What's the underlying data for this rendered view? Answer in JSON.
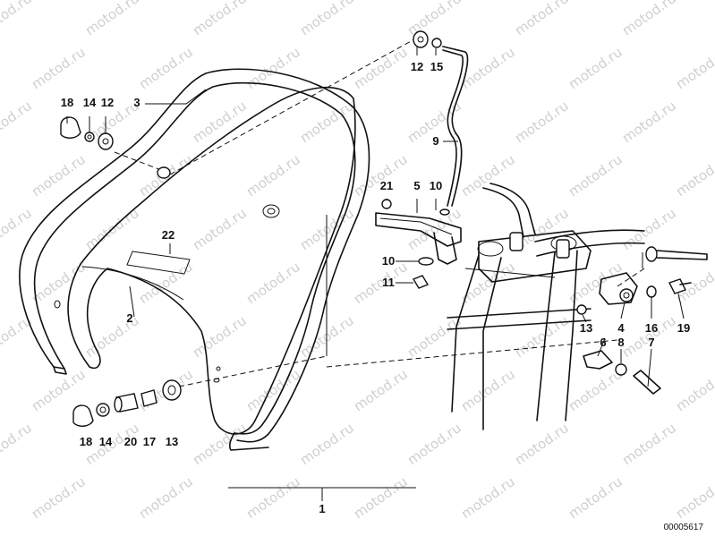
{
  "watermark": "motod.ru",
  "reference_number": "00005617",
  "callouts": [
    {
      "id": "c18a",
      "text": "18"
    },
    {
      "id": "c14a",
      "text": "14"
    },
    {
      "id": "c12a",
      "text": "12"
    },
    {
      "id": "c3",
      "text": "3"
    },
    {
      "id": "c12b",
      "text": "12"
    },
    {
      "id": "c15",
      "text": "15"
    },
    {
      "id": "c9",
      "text": "9"
    },
    {
      "id": "c21",
      "text": "21"
    },
    {
      "id": "c5",
      "text": "5"
    },
    {
      "id": "c10a",
      "text": "10"
    },
    {
      "id": "c22",
      "text": "22"
    },
    {
      "id": "c10b",
      "text": "10"
    },
    {
      "id": "c11",
      "text": "11"
    },
    {
      "id": "c2",
      "text": "2"
    },
    {
      "id": "c13a",
      "text": "13"
    },
    {
      "id": "c4",
      "text": "4"
    },
    {
      "id": "c16",
      "text": "16"
    },
    {
      "id": "c19",
      "text": "19"
    },
    {
      "id": "c6",
      "text": "6"
    },
    {
      "id": "c8",
      "text": "8"
    },
    {
      "id": "c7",
      "text": "7"
    },
    {
      "id": "c18b",
      "text": "18"
    },
    {
      "id": "c14b",
      "text": "14"
    },
    {
      "id": "c20",
      "text": "20"
    },
    {
      "id": "c17",
      "text": "17"
    },
    {
      "id": "c13b",
      "text": "13"
    },
    {
      "id": "c1",
      "text": "1"
    }
  ]
}
